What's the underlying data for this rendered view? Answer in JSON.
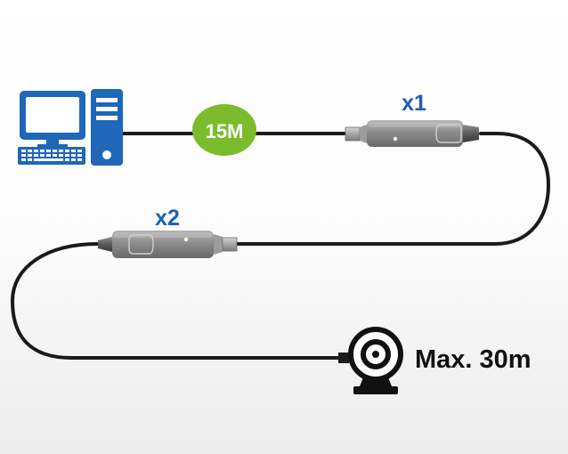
{
  "diagram": {
    "cable_badge": {
      "text": "15M",
      "color": "#7cbc2c"
    },
    "extenders": [
      {
        "label": "x1"
      },
      {
        "label": "x2"
      }
    ],
    "max_length_label": "Max. 30m",
    "colors": {
      "label_blue": "#1f5fae",
      "computer_blue": "#1f67b8",
      "cable": "#1a1a1a",
      "extender_body": "#8a8a8a"
    },
    "icons": {
      "source": "desktop-computer-icon",
      "destination": "webcam-icon"
    }
  }
}
